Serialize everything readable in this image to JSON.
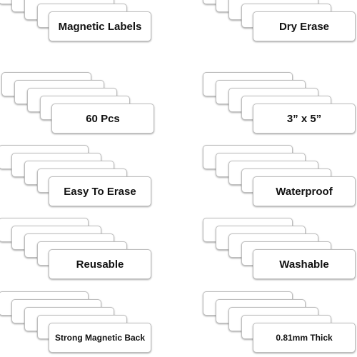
{
  "labels": [
    "Magnetic Labels",
    "Dry Erase",
    "60 Pcs",
    "3” x 5”",
    "Easy To Erase",
    "Waterproof",
    "Reusable",
    "Washable",
    "Strong Magnetic Back",
    "0.81mm Thick"
  ]
}
